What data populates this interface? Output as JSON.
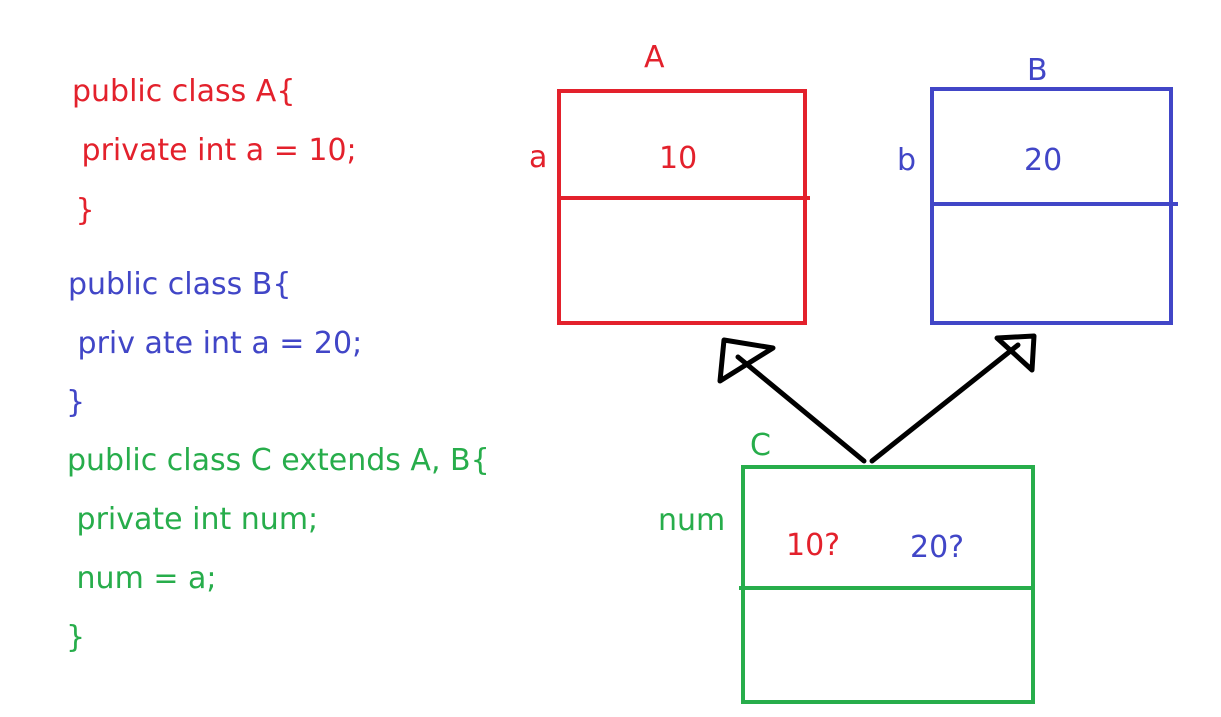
{
  "code": {
    "class_a": {
      "line1": "public class A{",
      "line2": " private int a = 10;",
      "line3": " }"
    },
    "class_b": {
      "line1": "public class B{",
      "line2": " priv ate int a = 20;",
      "line3": "}"
    },
    "class_c": {
      "line1": "public class C extends A, B{",
      "line2": " private int num;",
      "line3": " num = a;",
      "line4": "}"
    }
  },
  "diagram": {
    "box_a": {
      "title": "A",
      "field": "a",
      "value": "10",
      "color": "#e3212c"
    },
    "box_b": {
      "title": "B",
      "field": "b",
      "value": "20",
      "color": "#4146c7"
    },
    "box_c": {
      "title": "C",
      "field": "num",
      "value_from_a": "10?",
      "value_from_b": "20?",
      "color": "#27ad4b"
    },
    "arrow_color": "#000000"
  }
}
